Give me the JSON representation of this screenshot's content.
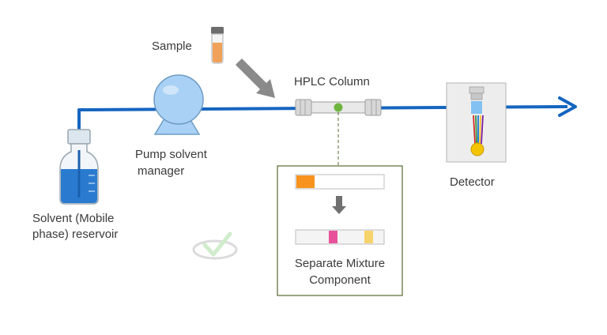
{
  "labels": {
    "sample": "Sample",
    "hplc_column": "HPLC Column",
    "pump_line1": "Pump solvent",
    "pump_line2": "manager",
    "reservoir_line1": "Solvent (Mobile",
    "reservoir_line2": "phase) reservoir",
    "detector": "Detector",
    "separate_line1": "Separate Mixture",
    "separate_line2": "Component"
  },
  "colors": {
    "flow_line": "#1565c0",
    "pump": "#a9d1f5",
    "sample_liquid": "#f0a25a",
    "mixture_band": "#f7931e",
    "band_pink": "#e8529b",
    "band_yellow": "#f7d36b",
    "inset_border": "#556b2f",
    "column_dot": "#6fb43f"
  },
  "icons": {
    "flow_arrow": "arrow-right-icon",
    "sample_arrow": "arrow-down-right-icon",
    "down_arrow": "arrow-down-icon"
  }
}
